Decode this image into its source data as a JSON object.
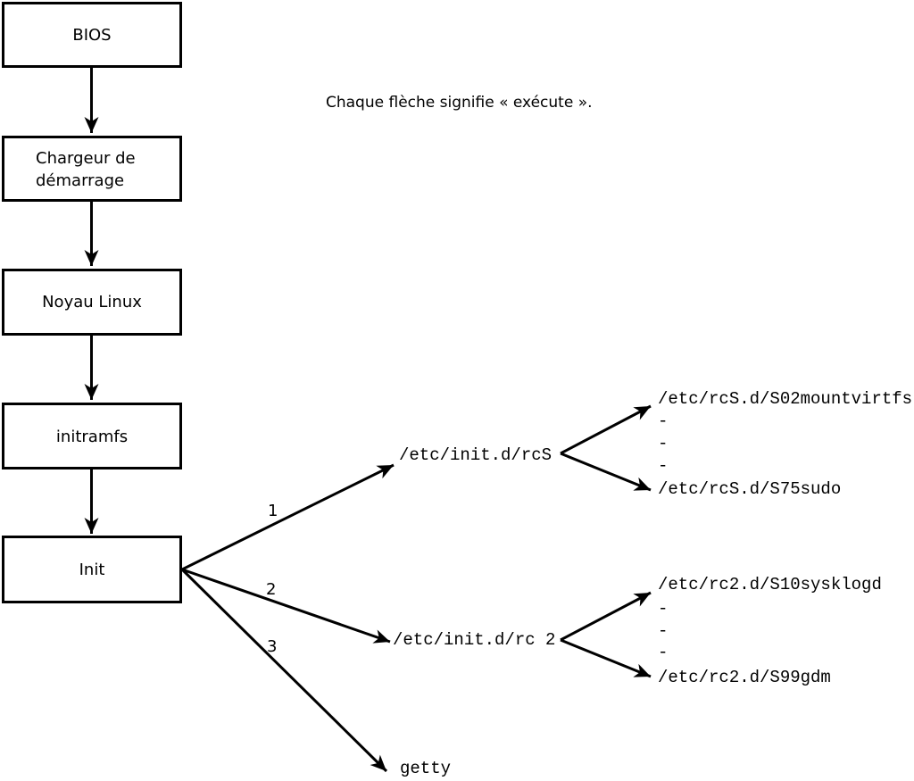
{
  "note": "Chaque flèche signifie « exécute ».",
  "boxes": {
    "bios": "BIOS",
    "bootloader_line1": "Chargeur de",
    "bootloader_line2": "démarrage",
    "kernel": "Noyau Linux",
    "initramfs": "initramfs",
    "init": "Init"
  },
  "branch_numbers": {
    "first": "1",
    "second": "2",
    "third": "3"
  },
  "targets": {
    "rcs_script": "/etc/init.d/rcS",
    "rc2_script": "/etc/init.d/rc 2",
    "getty": "getty"
  },
  "rcs_children": {
    "first": "/etc/rcS.d/S02mountvirtfs",
    "ellipsis1": "-",
    "ellipsis2": "-",
    "ellipsis3": "-",
    "last": "/etc/rcS.d/S75sudo"
  },
  "rc2_children": {
    "first": "/etc/rc2.d/S10sysklogd",
    "ellipsis1": "-",
    "ellipsis2": "-",
    "ellipsis3": "-",
    "last": "/etc/rc2.d/S99gdm"
  },
  "colors": {
    "stroke": "#000000",
    "text": "#000000",
    "background": "#ffffff"
  }
}
